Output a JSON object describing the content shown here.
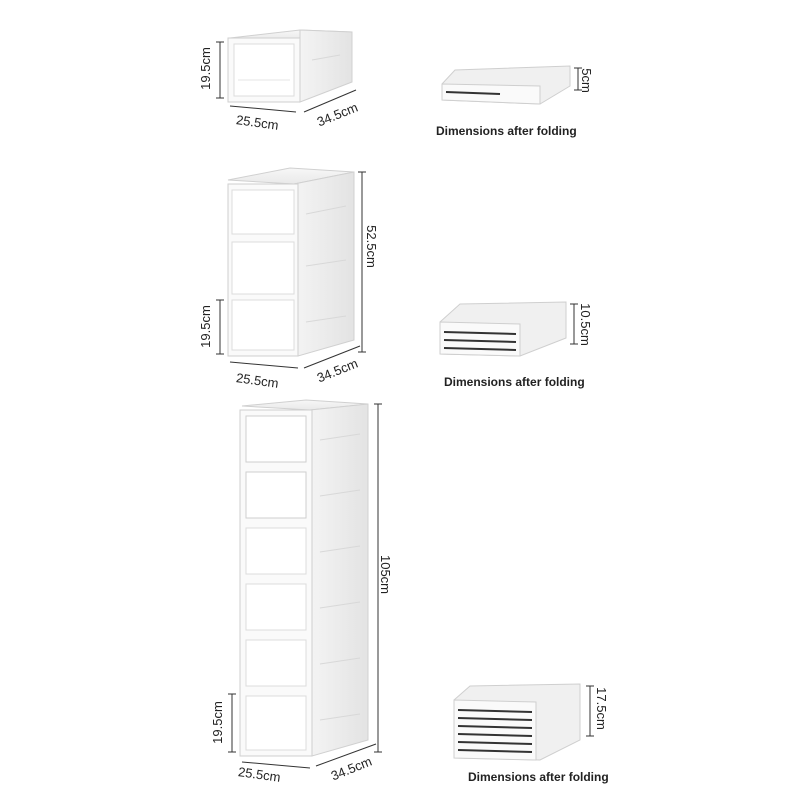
{
  "units": [
    {
      "name": "single",
      "height_label": "19.5cm",
      "width_label": "25.5cm",
      "depth_label": "34.5cm",
      "folded_label": "5cm",
      "caption": "Dimensions after folding"
    },
    {
      "name": "triple",
      "total_height_label": "52.5cm",
      "height_label": "19.5cm",
      "width_label": "25.5cm",
      "depth_label": "34.5cm",
      "folded_label": "10.5cm",
      "caption": "Dimensions after folding"
    },
    {
      "name": "six",
      "total_height_label": "105cm",
      "height_label": "19.5cm",
      "width_label": "25.5cm",
      "depth_label": "34.5cm",
      "folded_label": "17.5cm",
      "caption": "Dimensions after folding"
    }
  ]
}
